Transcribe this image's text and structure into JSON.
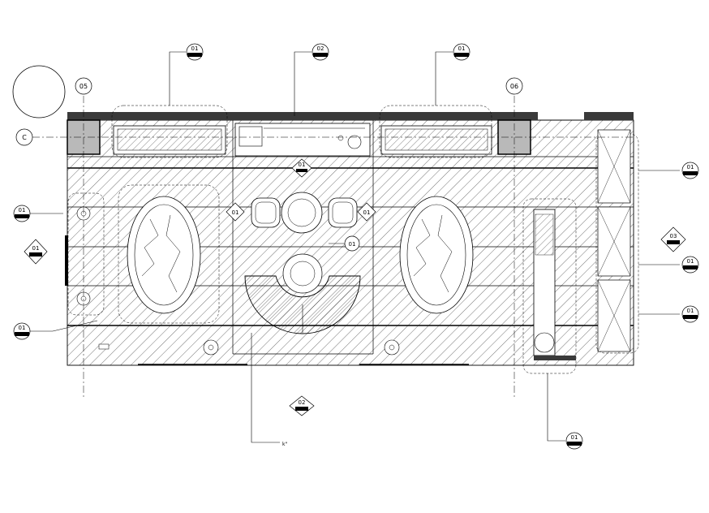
{
  "grid_labels": {
    "col_left": "05",
    "col_right": "06",
    "row": "C"
  },
  "callout_tag": "01",
  "tag_second": "02",
  "section_tag": "03",
  "note_text": "k\""
}
